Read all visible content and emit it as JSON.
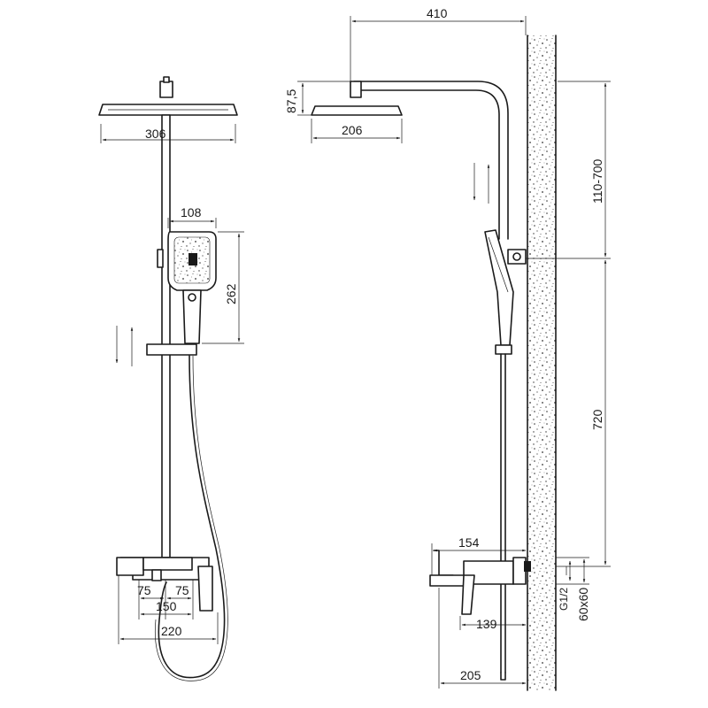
{
  "front_view": {
    "head_width": "306",
    "hand_shower_width": "108",
    "hand_shower_height": "262",
    "inlet_left": "75",
    "inlet_right": "75",
    "inlet_spacing": "150",
    "mixer_width": "220"
  },
  "side_view": {
    "arm_reach": "410",
    "head_drop": "87,5",
    "head_depth": "206",
    "head_height_range": "110-700",
    "bracket_height": "720",
    "spout_reach": "154",
    "mixer_depth": "139",
    "bottom_depth": "205",
    "thread": "G1/2",
    "flange": "60x60"
  }
}
